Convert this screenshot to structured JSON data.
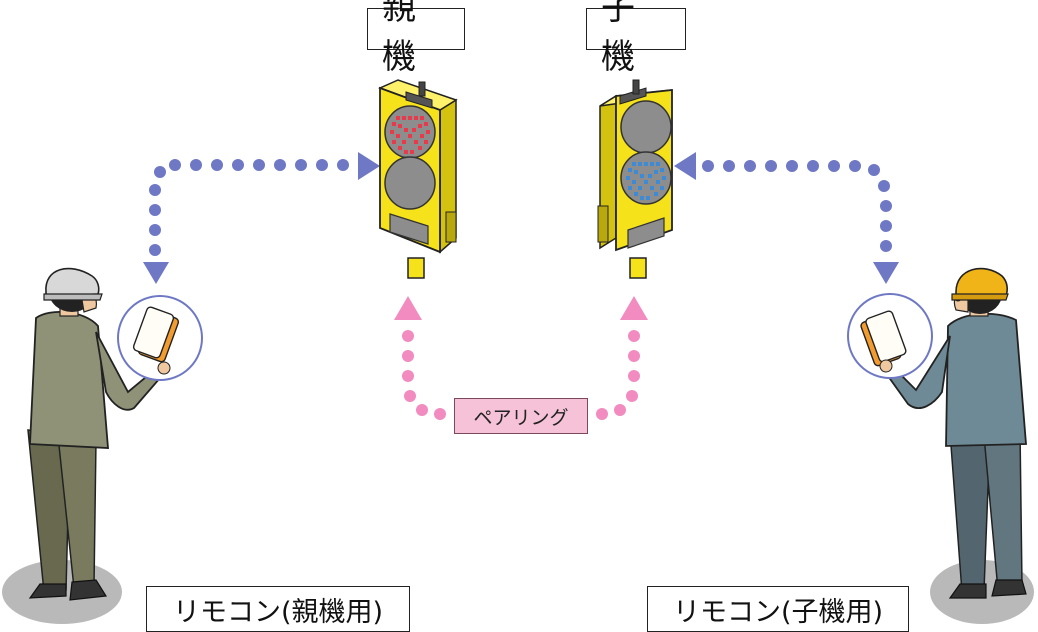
{
  "labels": {
    "parent_unit": "親 機",
    "child_unit": "子 機",
    "pairing": "ペアリング",
    "remote_parent": "リモコン(親機用)",
    "remote_child": "リモコン(子機用)"
  },
  "colors": {
    "signal_yellow": "#f5e21a",
    "dot_blue": "#6e78c4",
    "dot_pink": "#f28bbf",
    "red_led": "#e83a4a",
    "blue_led": "#3d8ad6",
    "worker_left_clothes": "#8f9276",
    "worker_right_clothes": "#6e8a96",
    "helmet_left": "#d8d8d8",
    "helmet_right": "#f0b418"
  },
  "icons": [
    "signal-light-icon",
    "remote-control-icon",
    "worker-icon",
    "arrow-icon"
  ]
}
